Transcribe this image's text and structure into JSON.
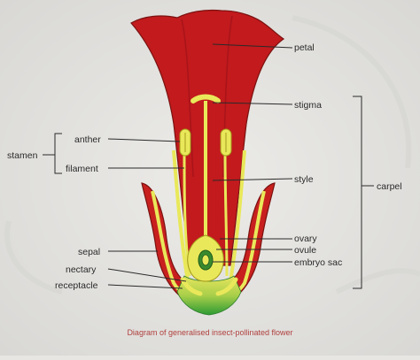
{
  "labels": {
    "petal": "petal",
    "stigma": "stigma",
    "carpel": "carpel",
    "stamen": "stamen",
    "anther": "anther",
    "filament": "filament",
    "style": "style",
    "ovary": "ovary",
    "ovule": "ovule",
    "embryo_sac": "embryo sac",
    "sepal": "sepal",
    "nectary": "nectary",
    "receptacle": "receptacle"
  },
  "caption": "Diagram of generalised insect-pollinated flower",
  "colors": {
    "page": "#e7e6e3",
    "petal_red": "#c21a1d",
    "petal_edge": "#7a1210",
    "yellow": "#e9e85a",
    "green": "#39a337",
    "caption_text": "#b0413e",
    "label_text": "#2a2a2a"
  }
}
